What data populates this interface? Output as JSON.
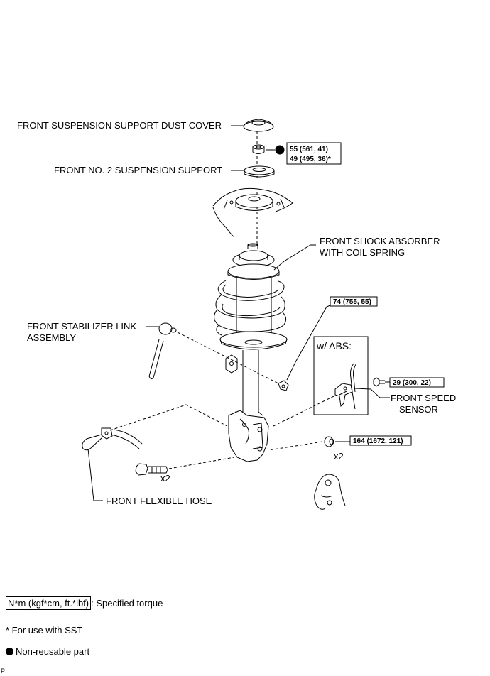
{
  "labels": {
    "dust_cover": "FRONT SUSPENSION SUPPORT DUST COVER",
    "no2_support": "FRONT NO. 2 SUSPENSION SUPPORT",
    "shock_l1": "FRONT SHOCK ABSORBER",
    "shock_l2": "WITH COIL SPRING",
    "stab_l1": "FRONT STABILIZER LINK",
    "stab_l2": "ASSEMBLY",
    "abs_box": "w/ ABS:",
    "speed_l1": "FRONT SPEED",
    "speed_l2": "SENSOR",
    "hose": "FRONT FLEXIBLE HOSE",
    "x2_bolt": "x2",
    "x2_nut": "x2"
  },
  "torques": {
    "nut_top_l1": "55 (561, 41)",
    "nut_top_l2": "49 (495, 36)*",
    "stab_nut": "74 (755, 55)",
    "speed_bolt": "29 (300, 22)",
    "knuckle_nut": "164 (1672, 121)"
  },
  "legend": {
    "torque_unit": "N*m (kgf*cm, ft.*lbf)",
    "torque_desc": ": Specified torque",
    "sst_note": "* For use with SST",
    "nonreuse": "Non-reusable part"
  },
  "footer_code": "P"
}
